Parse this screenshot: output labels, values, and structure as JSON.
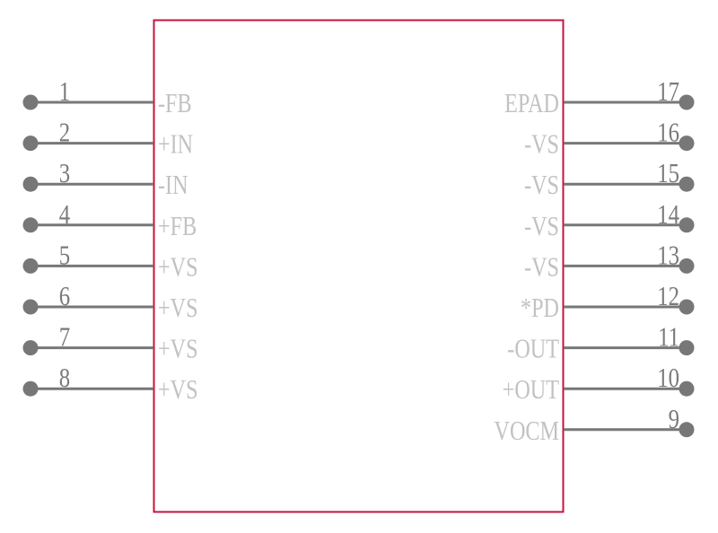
{
  "colors": {
    "body_outline": "#c4143c",
    "pin": "#777777",
    "pin_label": "#c2c2c2",
    "pin_number": "#7a7a7a"
  },
  "left_pins": [
    {
      "number": "1",
      "label": "-FB"
    },
    {
      "number": "2",
      "label": "+IN"
    },
    {
      "number": "3",
      "label": "-IN"
    },
    {
      "number": "4",
      "label": "+FB"
    },
    {
      "number": "5",
      "label": "+VS"
    },
    {
      "number": "6",
      "label": "+VS"
    },
    {
      "number": "7",
      "label": "+VS"
    },
    {
      "number": "8",
      "label": "+VS"
    }
  ],
  "right_pins": [
    {
      "number": "17",
      "label": "EPAD"
    },
    {
      "number": "16",
      "label": "-VS"
    },
    {
      "number": "15",
      "label": "-VS"
    },
    {
      "number": "14",
      "label": "-VS"
    },
    {
      "number": "13",
      "label": "-VS"
    },
    {
      "number": "12",
      "label": "*PD"
    },
    {
      "number": "11",
      "label": "-OUT"
    },
    {
      "number": "10",
      "label": "+OUT"
    },
    {
      "number": "9",
      "label": "VOCM"
    }
  ]
}
